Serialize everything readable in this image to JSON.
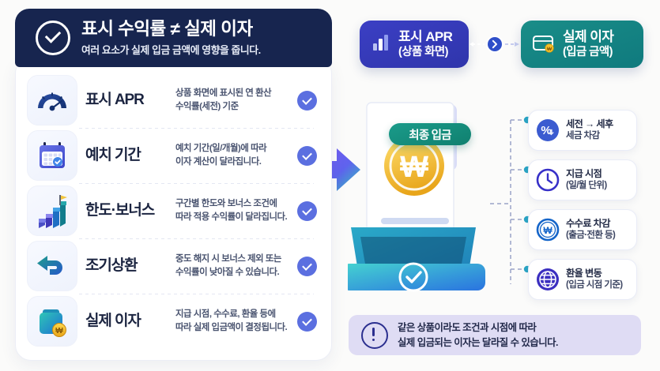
{
  "header": {
    "title": "표시 수익률 ≠ 실제 이자",
    "subtitle": "여러 요소가 실제 입금 금액에 영향을 줍니다.",
    "check_icon": "check-circle-icon"
  },
  "factors": [
    {
      "icon": "speedometer-icon",
      "title": "표시 APR",
      "desc_line1": "상품 화면에 표시된 연 환산",
      "desc_line2": "수익률(세전) 기준",
      "check": "check-badge-icon"
    },
    {
      "icon": "calendar-check-icon",
      "title": "예치 기간",
      "desc_line1": "예치 기간(일/개월)에 따라",
      "desc_line2": "이자 계산이 달라집니다.",
      "check": "check-badge-icon"
    },
    {
      "icon": "stairs-flag-icon",
      "title": "한도·보너스",
      "desc_line1": "구간별 한도와 보너스 조건에",
      "desc_line2": "따라 적용 수익률이 달라집니다.",
      "check": "check-badge-icon"
    },
    {
      "icon": "undo-arrow-icon",
      "title": "조기상환",
      "desc_line1": "중도 해지 시 보너스 제외 또는",
      "desc_line2": "수익률이 낮아질 수 있습니다.",
      "check": "check-badge-icon"
    },
    {
      "icon": "wallet-coin-icon",
      "title": "실제 이자",
      "desc_line1": "지급 시점, 수수료, 환율 등에",
      "desc_line2": "따라 실제 입금액이 결정됩니다.",
      "check": "check-badge-icon"
    }
  ],
  "badges": {
    "apr": {
      "line1": "표시 APR",
      "line2": "(상품 화면)",
      "icon": "bar-chart-icon",
      "color": "#3b3fc4"
    },
    "actual": {
      "line1": "실제 이자",
      "line2": "(입금 금액)",
      "icon": "wallet-won-icon",
      "color": "#1a8d88"
    },
    "connector_icon": "chevron-right-circle-icon"
  },
  "center": {
    "pill_label": "최종 입금",
    "coin_icon": "won-coin-icon",
    "box_check_icon": "check-circle-icon",
    "document_icon": "receipt-document-icon"
  },
  "arrow": {
    "icon": "right-arrow-icon",
    "gradient_from": "#6b5cf0",
    "gradient_to": "#28c4b4"
  },
  "right_items": [
    {
      "icon": "percent-down-icon",
      "line1": "세전 → 세후",
      "line2": "세금 차감",
      "color": "#3b5bd0"
    },
    {
      "icon": "clock-icon",
      "line1": "지급 시점",
      "line2": "(일/월 단위)",
      "color": "#3730c8"
    },
    {
      "icon": "won-circle-icon",
      "line1": "수수료 차감",
      "line2": "(출금·전환 등)",
      "color": "#1565c9"
    },
    {
      "icon": "globe-icon",
      "line1": "환율 변동",
      "line2": "(입금 시점 기준)",
      "color": "#3b2fc0"
    }
  ],
  "note": {
    "icon": "exclamation-circle-icon",
    "line1": "같은 상품이라도 조건과 시점에 따라",
    "line2": "실제 입금되는 이자는 달라질 수 있습니다.",
    "background": "#dfdcf4"
  }
}
